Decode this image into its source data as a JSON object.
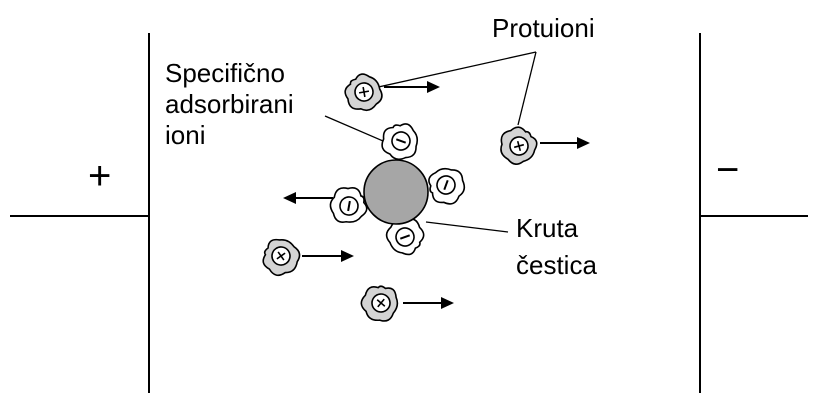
{
  "electrodes": {
    "left_sign": "+",
    "right_sign": "−"
  },
  "labels": {
    "counter_ions": "Protuioni",
    "adsorbed_line1": "Specifično",
    "adsorbed_line2": "adsorbirani",
    "adsorbed_line3": "ioni",
    "particle_line1": "Kruta",
    "particle_line2": "čestica"
  },
  "ion_symbols": {
    "counter_ion": "+",
    "adsorbed_ion": "−"
  },
  "colors": {
    "line": "#000000",
    "particle_fill": "#a6a6a6",
    "counter_ion_fill": "#d4d4d4",
    "adsorbed_ion_fill": "#ffffff"
  }
}
